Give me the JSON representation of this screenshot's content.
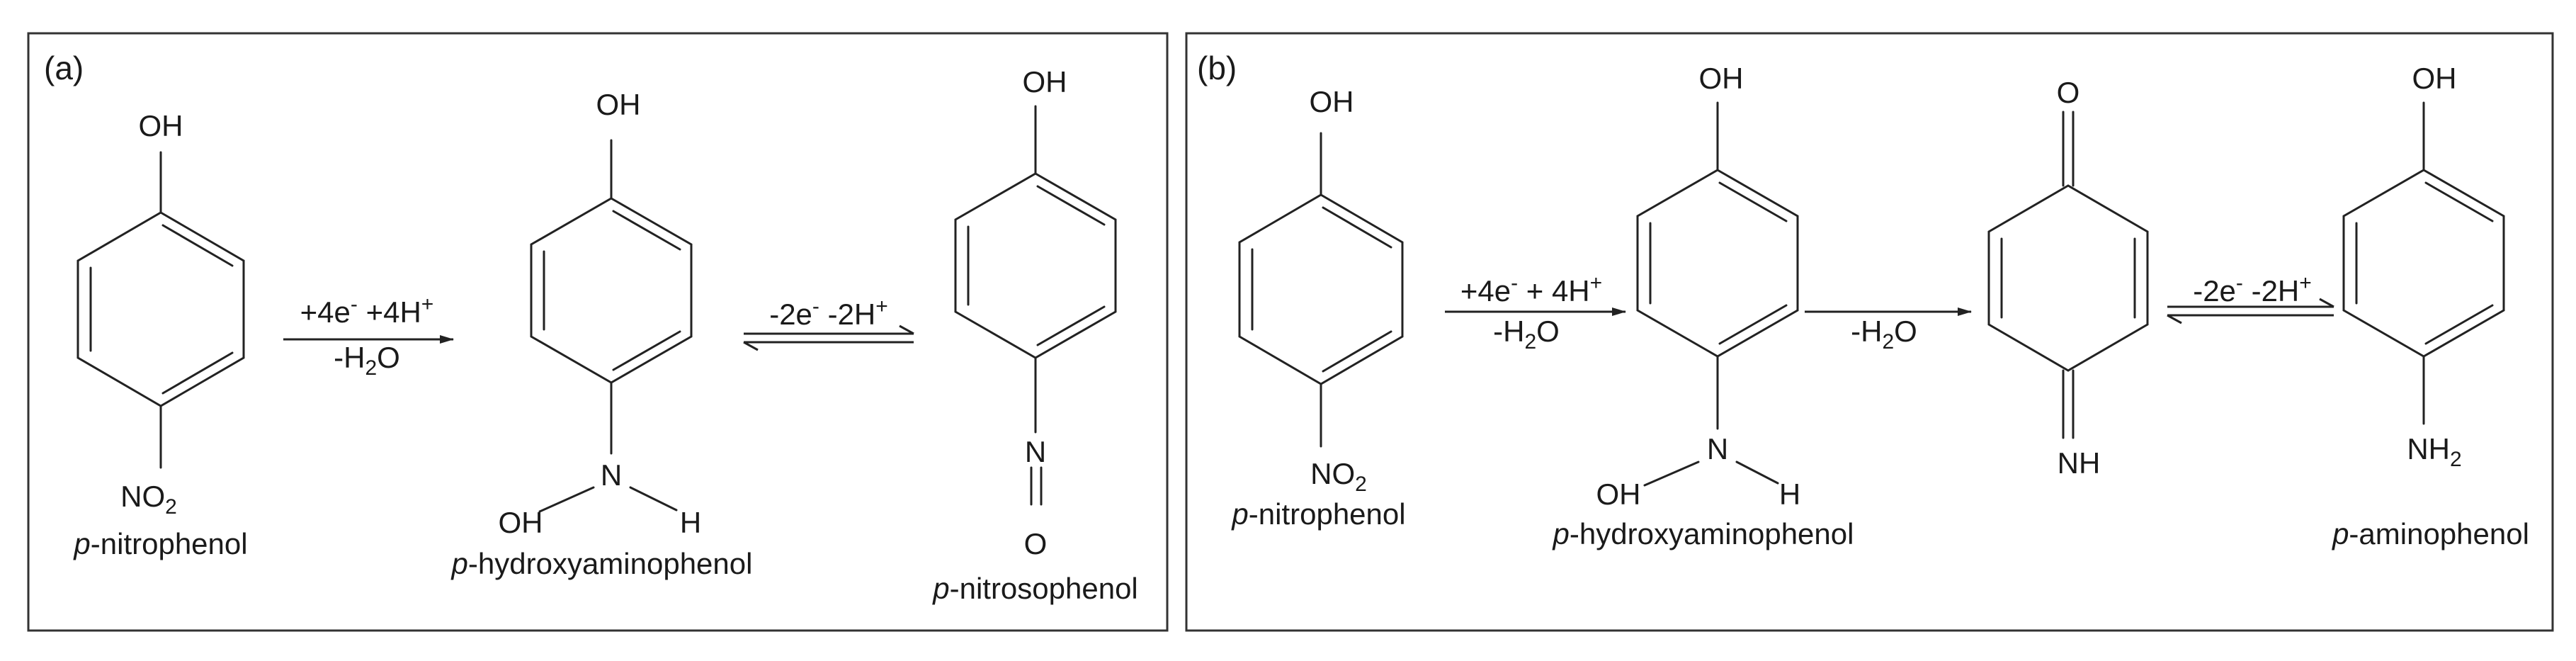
{
  "panels": {
    "a": {
      "letter": "(a)",
      "molecules": {
        "nitrophenol": {
          "oh": "OH",
          "group_main": "NO",
          "group_sub": "2",
          "name_italic": "p",
          "name_rest": "-nitrophenol"
        },
        "hydroxyaminophenol": {
          "oh": "OH",
          "n": "N",
          "n_oh": "OH",
          "n_h": "H",
          "name_italic": "p",
          "name_rest": "-hydroxyaminophenol"
        },
        "nitrosophenol": {
          "oh": "OH",
          "n": "N",
          "o": "O",
          "name_italic": "p",
          "name_rest": "-nitrosophenol"
        }
      },
      "steps": {
        "reduction": {
          "top": "+4e",
          "top_sup": "-",
          "top2": "+4H",
          "top2_sup": "+",
          "bottom": "-H",
          "bottom_sub": "2",
          "bottom_end": "O"
        },
        "equilibrium": {
          "top": "-2e",
          "top_sup": "-",
          "top2": "-2H",
          "top2_sup": "+"
        }
      }
    },
    "b": {
      "letter": "(b)",
      "molecules": {
        "nitrophenol": {
          "oh": "OH",
          "group_main": "NO",
          "group_sub": "2",
          "name_italic": "p",
          "name_rest": "-nitrophenol"
        },
        "hydroxyaminophenol": {
          "oh": "OH",
          "n": "N",
          "n_oh": "OH",
          "n_h": "H",
          "name_italic": "p",
          "name_rest": "-hydroxyaminophenol"
        },
        "quinoneimine": {
          "o": "O",
          "nh": "NH"
        },
        "aminophenol": {
          "oh": "OH",
          "group_main": "NH",
          "group_sub": "2",
          "name_italic": "p",
          "name_rest": "-aminophenol"
        }
      },
      "steps": {
        "reduction": {
          "top": "+4e",
          "top_sup": "-",
          "top_plus": "+",
          "top2": "4H",
          "top2_sup": "+",
          "bottom": "-H",
          "bottom_sub": "2",
          "bottom_end": "O"
        },
        "dehydration": {
          "bottom": "-H",
          "bottom_sub": "2",
          "bottom_end": "O"
        },
        "equilibrium": {
          "top": "-2e",
          "top_sup": "-",
          "top2": "-2H",
          "top2_sup": "+"
        }
      }
    }
  }
}
